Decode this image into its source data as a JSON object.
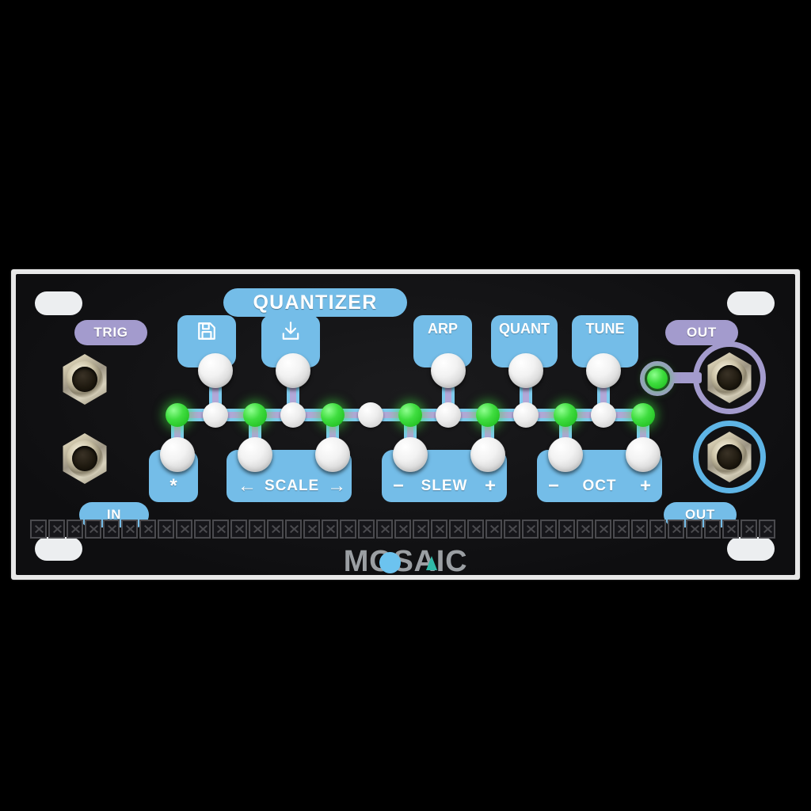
{
  "module": {
    "title": "QUANTIZER",
    "brand": "MOSAIC"
  },
  "colors": {
    "panel": "#131314",
    "frame": "#e8e8e8",
    "accent_blue": "#74bde8",
    "accent_purple": "#a39bcd",
    "led_green": "#3fdd3f",
    "bus_blue": "#7ecbee",
    "bus_purple": "#b2a8d8",
    "logo_grey": "#9b9fa3",
    "logo_o": "#6cc3ef",
    "logo_a": "#2fb9a8"
  },
  "jacks": [
    {
      "id": "trig",
      "label": "TRIG",
      "pill_color": "purple",
      "ring": "none"
    },
    {
      "id": "in",
      "label": "IN",
      "pill_color": "blue",
      "ring": "none"
    },
    {
      "id": "out_top",
      "label": "OUT",
      "pill_color": "purple",
      "ring": "purple"
    },
    {
      "id": "out_bot",
      "label": "OUT",
      "pill_color": "blue",
      "ring": "blue"
    }
  ],
  "top_buttons": [
    {
      "id": "save",
      "label": "",
      "icon": "save-floppy-icon"
    },
    {
      "id": "load",
      "label": "",
      "icon": "download-icon"
    },
    {
      "id": "arp",
      "label": "ARP",
      "icon": ""
    },
    {
      "id": "quant",
      "label": "QUANT",
      "icon": ""
    },
    {
      "id": "tune",
      "label": "TUNE",
      "icon": ""
    }
  ],
  "bottom_buttons": [
    {
      "id": "shift",
      "left_sym": "",
      "label": "*",
      "right_sym": ""
    },
    {
      "id": "scale",
      "left_sym": "←",
      "label": "SCALE",
      "right_sym": "→"
    },
    {
      "id": "slew",
      "left_sym": "−",
      "label": "SLEW",
      "right_sym": "+"
    },
    {
      "id": "oct",
      "left_sym": "−",
      "label": "OCT",
      "right_sym": "+"
    }
  ],
  "leds": {
    "bus_led_count": 8,
    "bus_node_count": 7,
    "out_led_state": "on",
    "bus_led_states": [
      "on",
      "on",
      "on",
      "on",
      "on",
      "on",
      "on",
      "on"
    ]
  },
  "perf_strip": {
    "pad_count": 41
  }
}
